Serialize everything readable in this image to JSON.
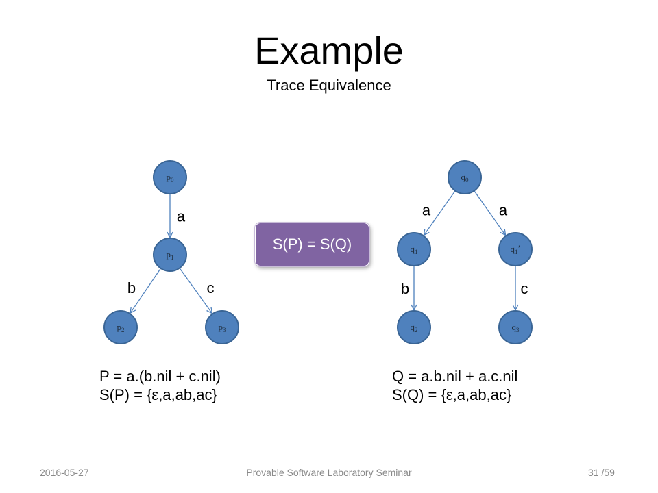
{
  "slide": {
    "title": "Example",
    "subtitle": "Trace Equivalence"
  },
  "diagram": {
    "left": {
      "nodes": [
        {
          "id": "p0",
          "base": "p",
          "sub": "0",
          "prime": ""
        },
        {
          "id": "p1",
          "base": "p",
          "sub": "1",
          "prime": ""
        },
        {
          "id": "p2",
          "base": "p",
          "sub": "2",
          "prime": ""
        },
        {
          "id": "p3",
          "base": "p",
          "sub": "3",
          "prime": ""
        }
      ],
      "edges": [
        {
          "from": "p0",
          "to": "p1",
          "label": "a"
        },
        {
          "from": "p1",
          "to": "p2",
          "label": "b"
        },
        {
          "from": "p1",
          "to": "p3",
          "label": "c"
        }
      ]
    },
    "right": {
      "nodes": [
        {
          "id": "q0",
          "base": "q",
          "sub": "0",
          "prime": ""
        },
        {
          "id": "q1",
          "base": "q",
          "sub": "1",
          "prime": ""
        },
        {
          "id": "q1p",
          "base": "q",
          "sub": "1",
          "prime": "’"
        },
        {
          "id": "q2",
          "base": "q",
          "sub": "2",
          "prime": ""
        },
        {
          "id": "q3",
          "base": "q",
          "sub": "3",
          "prime": ""
        }
      ],
      "edges": [
        {
          "from": "q0",
          "to": "q1",
          "label": "a"
        },
        {
          "from": "q0",
          "to": "q1p",
          "label": "a"
        },
        {
          "from": "q1",
          "to": "q2",
          "label": "b"
        },
        {
          "from": "q1p",
          "to": "q3",
          "label": "c"
        }
      ]
    },
    "callout": "S(P) = S(Q)"
  },
  "expressions": {
    "left_line1": "P = a.(b.nil + c.nil)",
    "left_line2": "S(P) = {ε,a,ab,ac}",
    "right_line1": "Q = a.b.nil + a.c.nil",
    "right_line2": "S(Q) = {ε,a,ab,ac}"
  },
  "footer": {
    "date": "2016-05-27",
    "center": "Provable Software Laboratory Seminar",
    "page": "31",
    "total": "/59"
  },
  "colors": {
    "node_fill": "#4f81bd",
    "callout_fill": "#8064a2",
    "footer_text": "#8a8a8a"
  }
}
